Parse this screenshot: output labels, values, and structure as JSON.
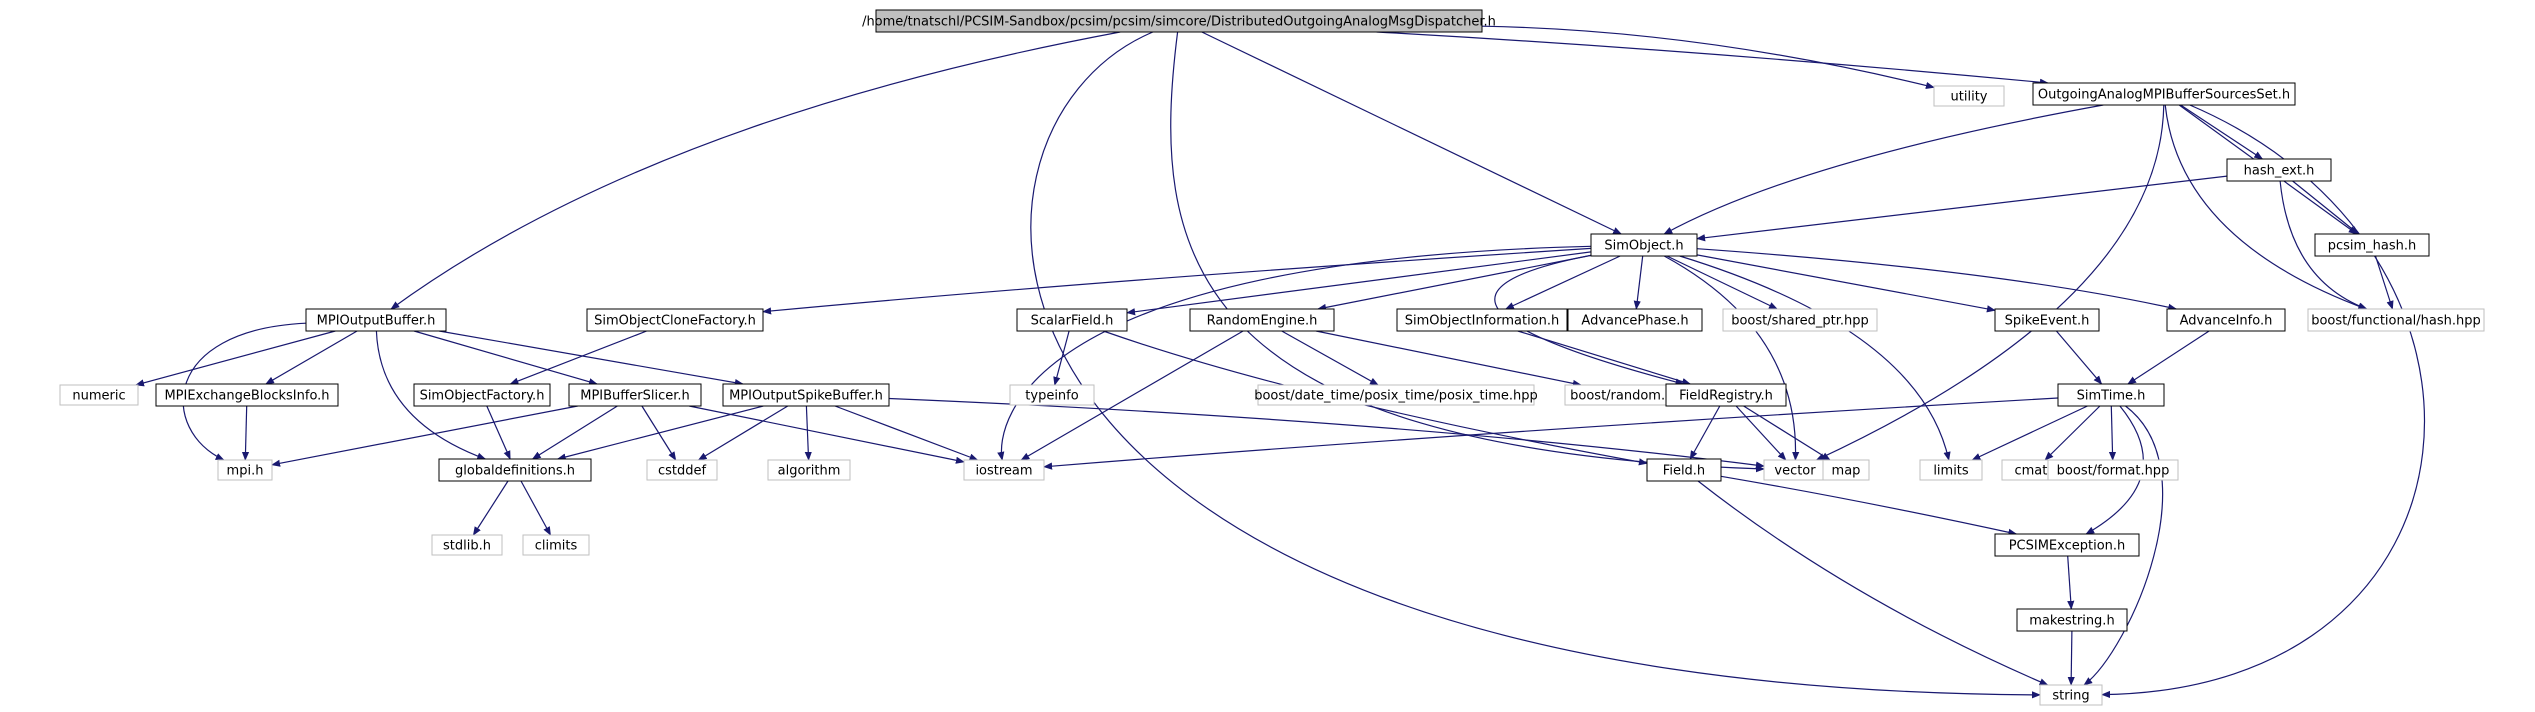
{
  "diagram": {
    "type": "include-dependency-graph",
    "colors": {
      "root_fill": "#bfbfbf",
      "node_border": "#000000",
      "external_border": "#bfbfbf",
      "edge": "#191970",
      "text": "#000000"
    },
    "nodes": [
      {
        "id": "root",
        "label": "/home/tnatschl/PCSIM-Sandbox/pcsim/pcsim/simcore/DistributedOutgoingAnalogMsgDispatcher.h",
        "kind": "root"
      },
      {
        "id": "utility",
        "label": "utility",
        "kind": "external"
      },
      {
        "id": "outgoingset",
        "label": "OutgoingAnalogMPIBufferSourcesSet.h",
        "kind": "internal"
      },
      {
        "id": "hashext",
        "label": "hash_ext.h",
        "kind": "internal"
      },
      {
        "id": "pcsimhash",
        "label": "pcsim_hash.h",
        "kind": "internal"
      },
      {
        "id": "boostfunctionalhash",
        "label": "boost/functional/hash.hpp",
        "kind": "external"
      },
      {
        "id": "simobject",
        "label": "SimObject.h",
        "kind": "internal"
      },
      {
        "id": "mpioutputbuffer",
        "label": "MPIOutputBuffer.h",
        "kind": "internal"
      },
      {
        "id": "simobjectclonefactory",
        "label": "SimObjectCloneFactory.h",
        "kind": "internal"
      },
      {
        "id": "scalarfield",
        "label": "ScalarField.h",
        "kind": "internal"
      },
      {
        "id": "randomengine",
        "label": "RandomEngine.h",
        "kind": "internal"
      },
      {
        "id": "simobjectinformation",
        "label": "SimObjectInformation.h",
        "kind": "internal"
      },
      {
        "id": "advancephase",
        "label": "AdvancePhase.h",
        "kind": "internal"
      },
      {
        "id": "boostsharedptr",
        "label": "boost/shared_ptr.hpp",
        "kind": "external"
      },
      {
        "id": "spikeevent",
        "label": "SpikeEvent.h",
        "kind": "internal"
      },
      {
        "id": "advanceinfo",
        "label": "AdvanceInfo.h",
        "kind": "internal"
      },
      {
        "id": "numeric",
        "label": "numeric",
        "kind": "external"
      },
      {
        "id": "mpiexchangeblocksinfo",
        "label": "MPIExchangeBlocksInfo.h",
        "kind": "internal"
      },
      {
        "id": "simobjectfactory",
        "label": "SimObjectFactory.h",
        "kind": "internal"
      },
      {
        "id": "mpibufferslicer",
        "label": "MPIBufferSlicer.h",
        "kind": "internal"
      },
      {
        "id": "mpioutputspikebuffer",
        "label": "MPIOutputSpikeBuffer.h",
        "kind": "internal"
      },
      {
        "id": "typeinfo",
        "label": "typeinfo",
        "kind": "external"
      },
      {
        "id": "posixtime",
        "label": "boost/date_time/posix_time/posix_time.hpp",
        "kind": "external"
      },
      {
        "id": "boostrandom",
        "label": "boost/random.hpp",
        "kind": "external"
      },
      {
        "id": "fieldregistry",
        "label": "FieldRegistry.h",
        "kind": "internal"
      },
      {
        "id": "simtime",
        "label": "SimTime.h",
        "kind": "internal"
      },
      {
        "id": "mpih",
        "label": "mpi.h",
        "kind": "external"
      },
      {
        "id": "globaldefinitions",
        "label": "globaldefinitions.h",
        "kind": "internal"
      },
      {
        "id": "cstddef",
        "label": "cstddef",
        "kind": "external"
      },
      {
        "id": "algorithm",
        "label": "algorithm",
        "kind": "external"
      },
      {
        "id": "iostream",
        "label": "iostream",
        "kind": "external"
      },
      {
        "id": "fieldh",
        "label": "Field.h",
        "kind": "internal"
      },
      {
        "id": "vector",
        "label": "vector",
        "kind": "external"
      },
      {
        "id": "map",
        "label": "map",
        "kind": "external"
      },
      {
        "id": "limits",
        "label": "limits",
        "kind": "external"
      },
      {
        "id": "cmath",
        "label": "cmath",
        "kind": "external"
      },
      {
        "id": "boostformat",
        "label": "boost/format.hpp",
        "kind": "external"
      },
      {
        "id": "stdlib",
        "label": "stdlib.h",
        "kind": "external"
      },
      {
        "id": "climits",
        "label": "climits",
        "kind": "external"
      },
      {
        "id": "pcsimexception",
        "label": "PCSIMException.h",
        "kind": "internal"
      },
      {
        "id": "makestring",
        "label": "makestring.h",
        "kind": "internal"
      },
      {
        "id": "string",
        "label": "string",
        "kind": "external"
      }
    ],
    "edges": [
      {
        "from": "root",
        "to": "utility"
      },
      {
        "from": "root",
        "to": "outgoingset"
      },
      {
        "from": "root",
        "to": "simobject"
      },
      {
        "from": "root",
        "to": "mpioutputbuffer"
      },
      {
        "from": "root",
        "to": "vector"
      },
      {
        "from": "root",
        "to": "string"
      },
      {
        "from": "outgoingset",
        "to": "hashext"
      },
      {
        "from": "outgoingset",
        "to": "pcsimhash"
      },
      {
        "from": "outgoingset",
        "to": "boostfunctionalhash"
      },
      {
        "from": "outgoingset",
        "to": "simobject"
      },
      {
        "from": "outgoingset",
        "to": "vector"
      },
      {
        "from": "outgoingset",
        "to": "string"
      },
      {
        "from": "hashext",
        "to": "pcsimhash"
      },
      {
        "from": "hashext",
        "to": "boostfunctionalhash"
      },
      {
        "from": "hashext",
        "to": "simobject"
      },
      {
        "from": "pcsimhash",
        "to": "boostfunctionalhash"
      },
      {
        "from": "simobject",
        "to": "simobjectclonefactory"
      },
      {
        "from": "simobject",
        "to": "scalarfield"
      },
      {
        "from": "simobject",
        "to": "randomengine"
      },
      {
        "from": "simobject",
        "to": "simobjectinformation"
      },
      {
        "from": "simobject",
        "to": "advancephase"
      },
      {
        "from": "simobject",
        "to": "boostsharedptr"
      },
      {
        "from": "simobject",
        "to": "spikeevent"
      },
      {
        "from": "simobject",
        "to": "advanceinfo"
      },
      {
        "from": "simobject",
        "to": "iostream"
      },
      {
        "from": "simobject",
        "to": "fieldregistry"
      },
      {
        "from": "simobject",
        "to": "vector"
      },
      {
        "from": "simobject",
        "to": "limits"
      },
      {
        "from": "mpioutputbuffer",
        "to": "numeric"
      },
      {
        "from": "mpioutputbuffer",
        "to": "mpiexchangeblocksinfo"
      },
      {
        "from": "mpioutputbuffer",
        "to": "mpibufferslicer"
      },
      {
        "from": "mpioutputbuffer",
        "to": "mpioutputspikebuffer"
      },
      {
        "from": "mpioutputbuffer",
        "to": "mpih"
      },
      {
        "from": "mpioutputbuffer",
        "to": "globaldefinitions"
      },
      {
        "from": "simobjectclonefactory",
        "to": "simobjectfactory"
      },
      {
        "from": "simobjectfactory",
        "to": "globaldefinitions"
      },
      {
        "from": "mpiexchangeblocksinfo",
        "to": "mpih"
      },
      {
        "from": "mpibufferslicer",
        "to": "mpih"
      },
      {
        "from": "mpibufferslicer",
        "to": "globaldefinitions"
      },
      {
        "from": "mpibufferslicer",
        "to": "cstddef"
      },
      {
        "from": "mpibufferslicer",
        "to": "iostream"
      },
      {
        "from": "mpioutputspikebuffer",
        "to": "globaldefinitions"
      },
      {
        "from": "mpioutputspikebuffer",
        "to": "cstddef"
      },
      {
        "from": "mpioutputspikebuffer",
        "to": "algorithm"
      },
      {
        "from": "mpioutputspikebuffer",
        "to": "iostream"
      },
      {
        "from": "mpioutputspikebuffer",
        "to": "vector"
      },
      {
        "from": "scalarfield",
        "to": "typeinfo"
      },
      {
        "from": "scalarfield",
        "to": "fieldh"
      },
      {
        "from": "randomengine",
        "to": "posixtime"
      },
      {
        "from": "randomengine",
        "to": "boostrandom"
      },
      {
        "from": "randomengine",
        "to": "iostream"
      },
      {
        "from": "simobjectinformation",
        "to": "fieldregistry"
      },
      {
        "from": "fieldregistry",
        "to": "fieldh"
      },
      {
        "from": "fieldregistry",
        "to": "vector"
      },
      {
        "from": "fieldregistry",
        "to": "map"
      },
      {
        "from": "spikeevent",
        "to": "simtime"
      },
      {
        "from": "advanceinfo",
        "to": "simtime"
      },
      {
        "from": "simtime",
        "to": "limits"
      },
      {
        "from": "simtime",
        "to": "cmath"
      },
      {
        "from": "simtime",
        "to": "boostformat"
      },
      {
        "from": "simtime",
        "to": "iostream"
      },
      {
        "from": "simtime",
        "to": "pcsimexception"
      },
      {
        "from": "simtime",
        "to": "string"
      },
      {
        "from": "globaldefinitions",
        "to": "stdlib"
      },
      {
        "from": "globaldefinitions",
        "to": "climits"
      },
      {
        "from": "fieldh",
        "to": "pcsimexception"
      },
      {
        "from": "fieldh",
        "to": "string"
      },
      {
        "from": "pcsimexception",
        "to": "makestring"
      },
      {
        "from": "makestring",
        "to": "string"
      }
    ]
  }
}
